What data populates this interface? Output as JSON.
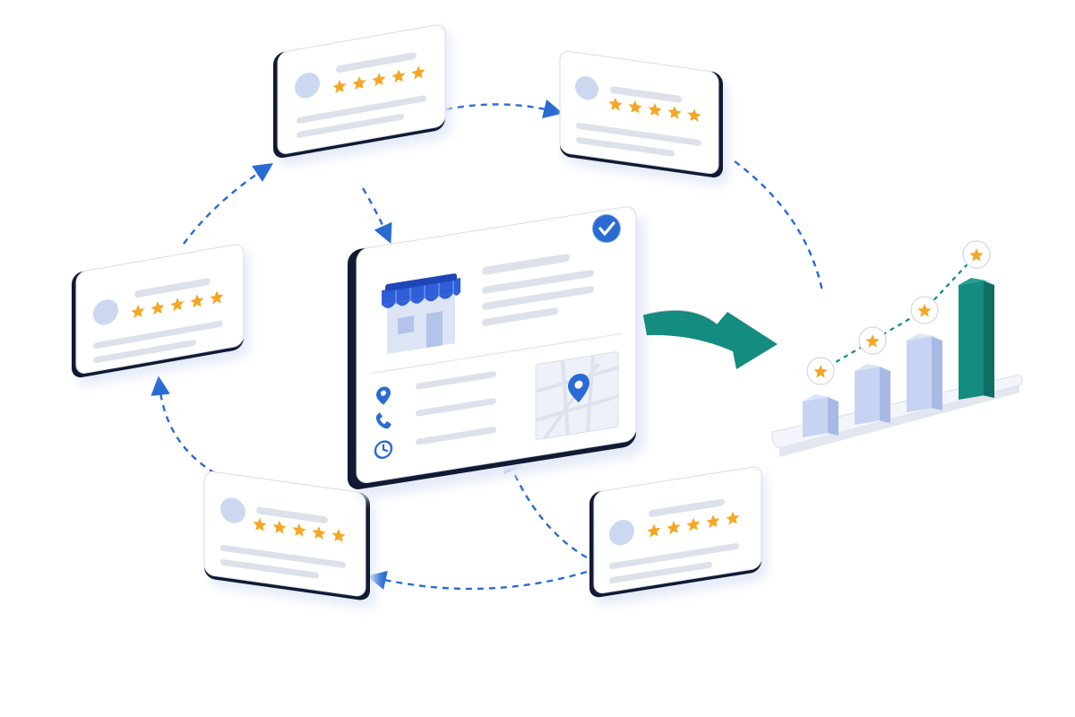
{
  "colors": {
    "flow_arrow": "#2A6BD3",
    "accent_teal": "#148C80",
    "accent_teal_dark": "#0E6E64",
    "star": "#F5A623",
    "verify_badge": "#2A6BD3",
    "awning_blue": "#2F5FD8",
    "panel_border": "#101A33",
    "card_fill": "#FFFFFF",
    "skeleton": "#DDE1EA",
    "avatar": "#CCD8F0",
    "bar_light": "#C7D3F2",
    "bar_highlight": "#148C80"
  },
  "icons": {
    "verified": "check-circle-icon",
    "storefront": "storefront-icon",
    "map": "map-pin-icon",
    "location": "location-pin-icon",
    "phone": "phone-icon",
    "hours": "clock-icon",
    "transfer": "curved-arrow-right-icon",
    "rating": "star-icon"
  },
  "review_cards": [
    {
      "id": "top-left",
      "stars": 5
    },
    {
      "id": "top-right",
      "stars": 5
    },
    {
      "id": "left",
      "stars": 5
    },
    {
      "id": "bottom-left",
      "stars": 5
    },
    {
      "id": "bottom-right",
      "stars": 5
    }
  ],
  "chart_data": {
    "type": "bar",
    "categories": [
      "",
      "",
      "",
      ""
    ],
    "values": [
      2,
      3,
      4,
      5.5
    ],
    "ylim": [
      0,
      6
    ],
    "star_markers": true,
    "trend_line": "dashed",
    "highlight_index": 3,
    "grid": false
  }
}
